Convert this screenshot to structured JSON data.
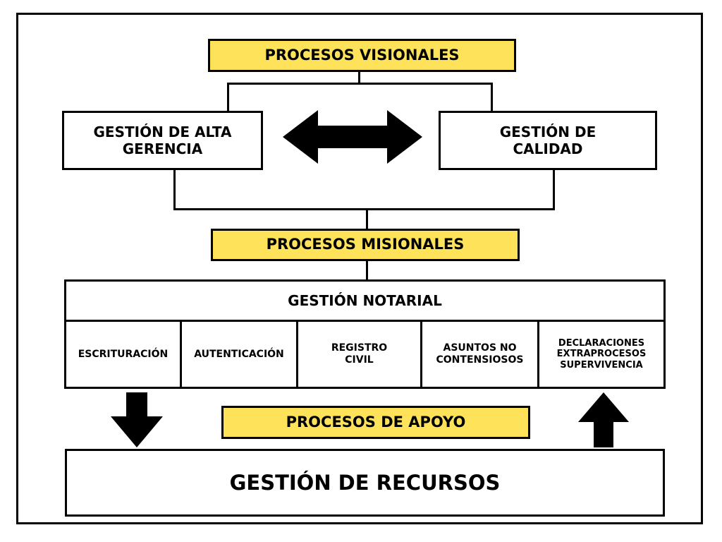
{
  "colors": {
    "highlight": "#fde25a",
    "stroke": "#000000",
    "background": "#ffffff"
  },
  "visionales": {
    "title": "PROCESOS VISIONALES",
    "left_box": "GESTIÓN DE ALTA GERENCIA",
    "right_box": "GESTIÓN DE CALIDAD"
  },
  "misionales": {
    "title": "PROCESOS MISIONALES",
    "header": "GESTIÓN NOTARIAL",
    "cells": [
      "ESCRITURACIÓN",
      "AUTENTICACIÓN",
      "REGISTRO CIVIL",
      "ASUNTOS NO CONTENSIOSOS",
      "DECLARACIONES EXTRAPROCESOS SUPERVIVENCIA"
    ]
  },
  "apoyo": {
    "title": "PROCESOS DE APOYO",
    "resources_box": "GESTIÓN DE RECURSOS"
  },
  "icons": {
    "double_arrow": "double-headed-arrow-icon",
    "down_arrow": "down-arrow-icon",
    "up_arrow": "up-arrow-icon"
  }
}
